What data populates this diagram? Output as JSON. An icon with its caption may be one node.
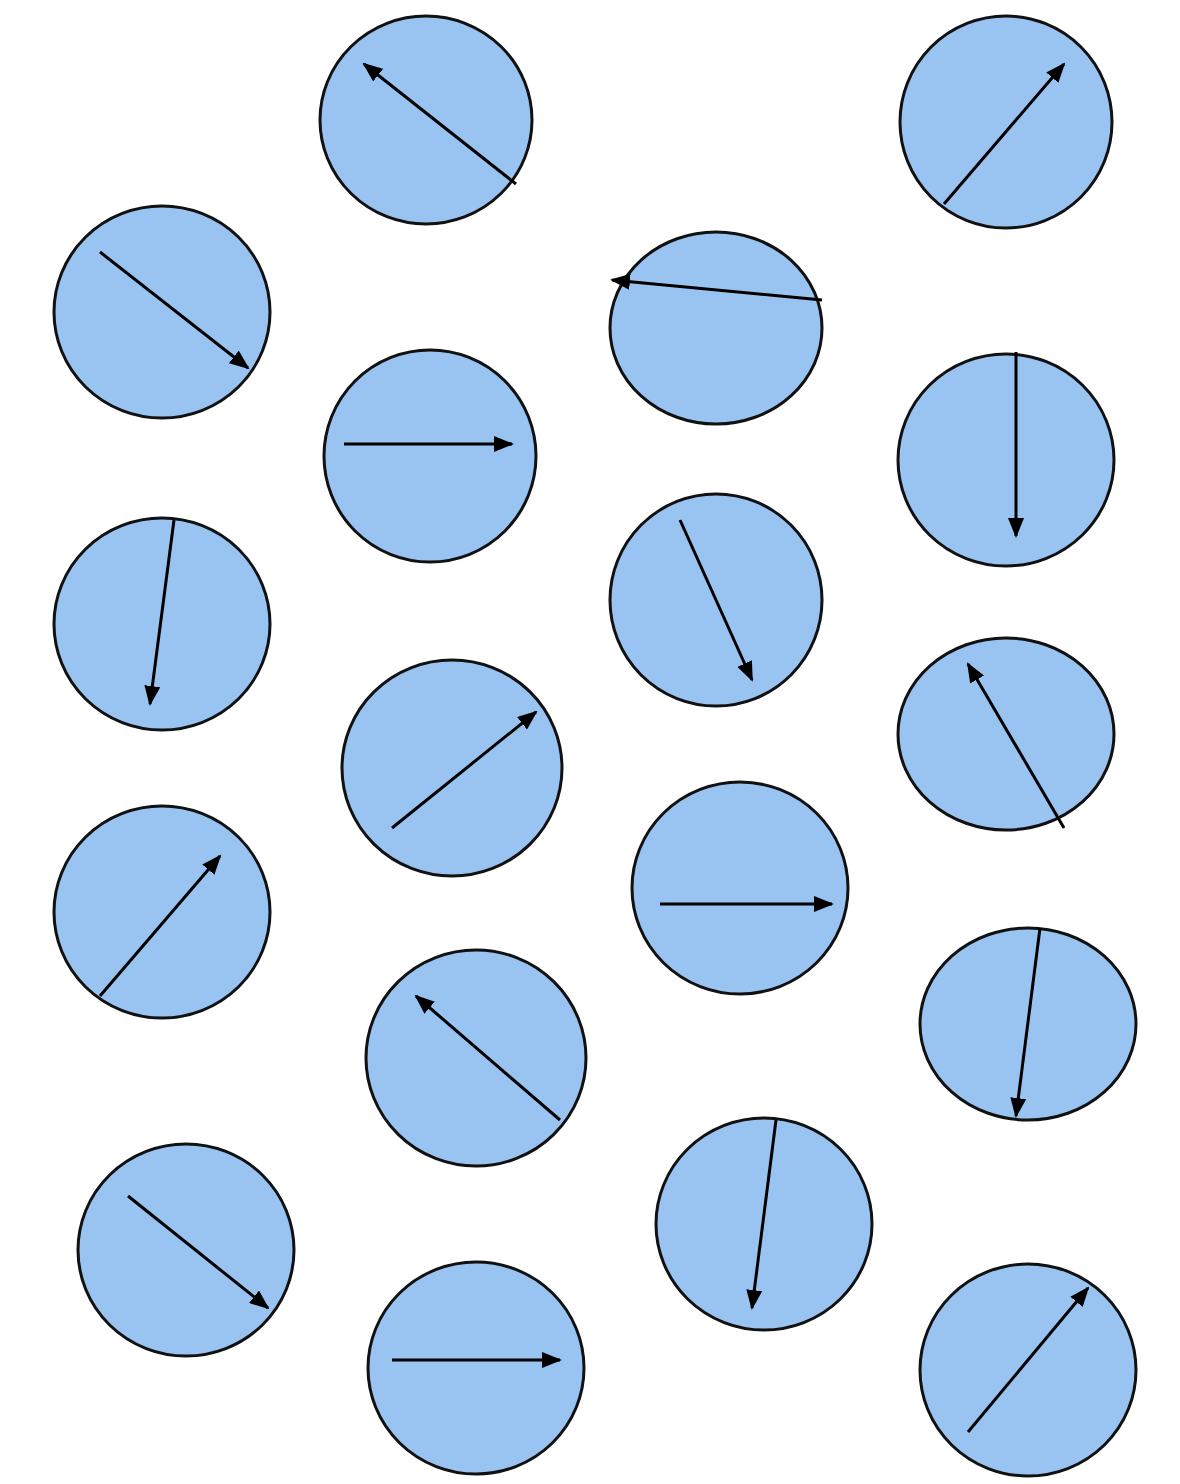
{
  "diagram": {
    "nodes": [
      {
        "text": [],
        "shape": "circle"
      },
      {
        "text": [],
        "shape": "circle"
      },
      {
        "text": [],
        "shape": "circle"
      },
      {
        "text": [],
        "shape": "circle"
      },
      {
        "text": [],
        "shape": "circle"
      },
      {
        "text": [],
        "shape": "circle"
      },
      {
        "text": [],
        "shape": "circle"
      },
      {
        "text": [],
        "shape": "circle"
      },
      {
        "text": [],
        "shape": "circle"
      },
      {
        "text": [],
        "shape": "circle"
      },
      {
        "text": [],
        "shape": "circle"
      },
      {
        "text": [],
        "shape": "circle"
      },
      {
        "text": [],
        "shape": "circle"
      },
      {
        "text": [],
        "shape": "circle"
      },
      {
        "text": [],
        "shape": "circle"
      },
      {
        "text": [],
        "shape": "circle"
      },
      {
        "text": [],
        "shape": "circle"
      },
      {
        "text": [],
        "shape": "circle"
      }
    ]
  }
}
